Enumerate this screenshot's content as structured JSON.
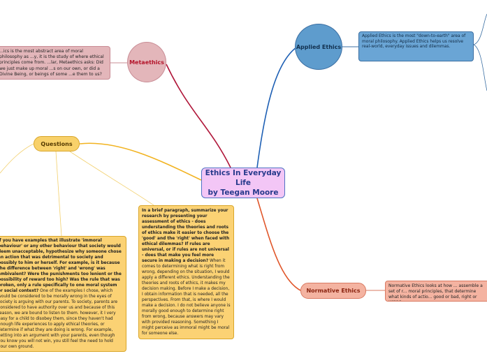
{
  "center": {
    "line1": "Ethics In Everyday Life",
    "line2": "by Teegan Moore"
  },
  "metaethics": {
    "label": "Metaethics",
    "note": "...ics is the most abstract area of moral philosophy as ...y, it is the study of where ethical principles come from. ...lar, Metaethics asks: Did we just make up moral ...s on our own, or did a Divine Being, or beings of some ...e them to us?"
  },
  "applied": {
    "label": "Applied Ethics",
    "note": "Applied Ethics is the most \"down-to-earth\" area of moral philosophy. Applied Ethics helps us resolve real-world, everyday issues and dilemmas."
  },
  "questions": {
    "label": "Questions",
    "q1_prompt": "If you have examples that illustrate 'immoral behaviour' or any other behaviour that society would deem unacceptable, hypothesize why someone chose an action that was detrimental to society and possibly to him or herself. For example, is it because the difference between 'right' and 'wrong' was ambivalent? Were the punishments too lenient or the possibility of reward too high? Was the rule that was broken, only a rule specifically to one moral system or social context?",
    "q1_answer": " One of the examples I chose, which would be considered to be morally wrong in the eyes of society is arguing with our parents. To society, parents are considered to have authority over us and because of this reason, we are bound to listen to them. however, it I very easy for a child to disobey them, since they haven't had enough life experiences to apply ethical theories, or determine if what they are doing is wrong. For example, getting into an argument with your parents, even though you know you will not win, you still feel the need to hold your own ground.",
    "q2_prompt": "In a brief paragraph, summarize your research by presenting your assessment of ethics - does understanding the theories and roots of ethics make it easier to choose the 'good' and the 'right' when faced with ethical dilemmas? If rules are universal, or if rules are not universal - does that make you feel more secure in making a decision?",
    "q2_answer": " When it comes to determining what is right from wrong, depending on the situation, I would apply a different ethics. Understanding the theories and roots of ethics, it makes my decision making. Before I make a decision, I obtain information that is needed, all the perspectives. From that, is where I would make a decision. I do not believe anyone is morally good enough to determine right from wrong, because answers may vary with provided reasoning. Something I might perceive as immoral might be moral for someone else."
  },
  "normative": {
    "label": "Normative Ethics",
    "note": "Normative Ethics looks at how ... assemble a set of r... moral principles, that determine what kinds of actio... good or bad, right or wrong."
  },
  "colors": {
    "metaethics_line": "#b0173a",
    "applied_line": "#1d5fb4",
    "questions_line": "#f2b320",
    "normative_line": "#e0562a"
  }
}
